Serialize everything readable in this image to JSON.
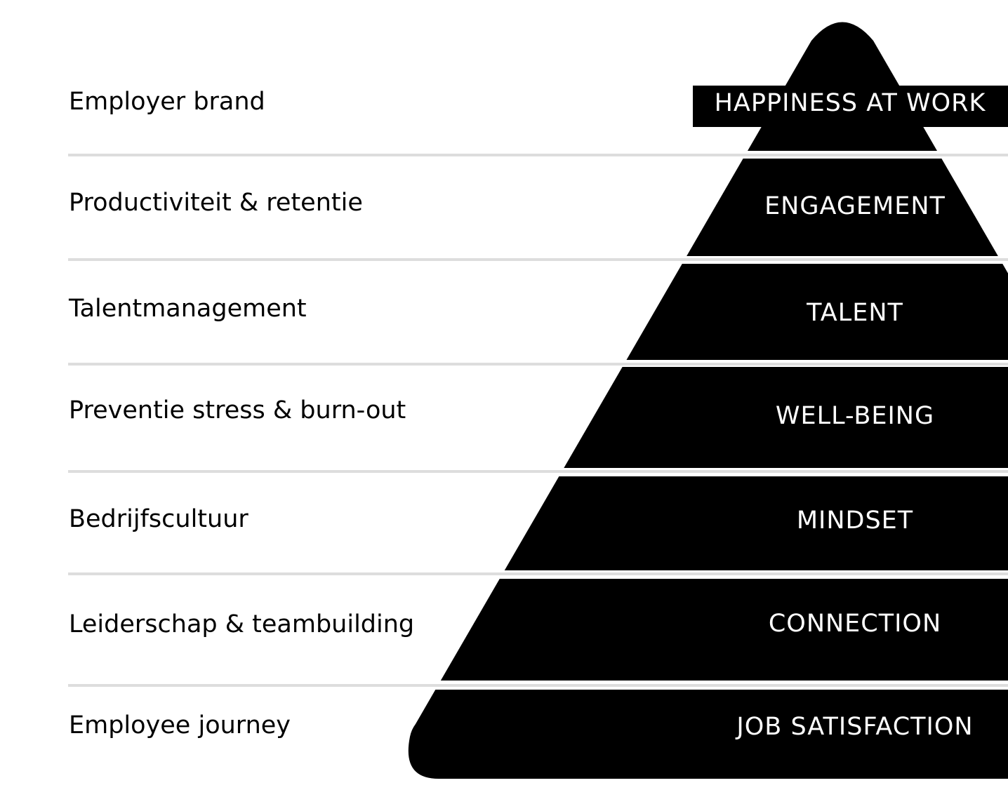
{
  "rows": [
    {
      "description": "Employer brand",
      "level": "HAPPINESS AT WORK"
    },
    {
      "description": "Productiviteit & retentie",
      "level": "ENGAGEMENT"
    },
    {
      "description": "Talentmanagement",
      "level": "TALENT"
    },
    {
      "description": "Preventie stress & burn-out",
      "level": "WELL-BEING"
    },
    {
      "description": "Bedrijfscultuur",
      "level": "MINDSET"
    },
    {
      "description": "Leiderschap & teambuilding",
      "level": "CONNECTION"
    },
    {
      "description": "Employee journey",
      "level": "JOB SATISFACTION"
    }
  ],
  "colors": {
    "pyramid": "#000000",
    "separator": "#dddddd",
    "text": "#000000",
    "level_text": "#ffffff"
  }
}
